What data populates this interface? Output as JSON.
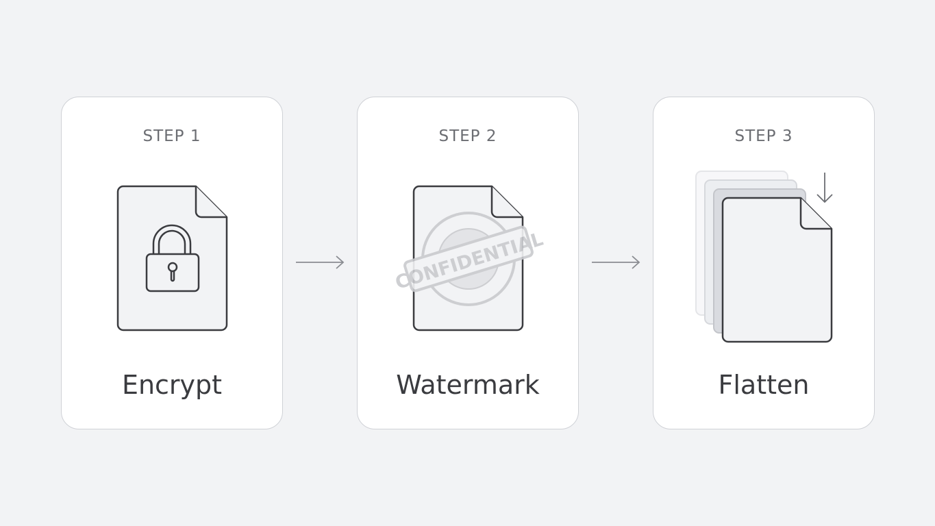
{
  "steps": [
    {
      "step": "STEP 1",
      "title": "Encrypt",
      "icon": "locked-document-icon"
    },
    {
      "step": "STEP 2",
      "title": "Watermark",
      "icon": "watermarked-document-icon",
      "stamp_text": "CONFIDENTIAL"
    },
    {
      "step": "STEP 3",
      "title": "Flatten",
      "icon": "flattened-pages-icon"
    }
  ],
  "colors": {
    "background": "#f2f3f5",
    "card": "#ffffff",
    "stroke": "#3a3b3f",
    "muted": "#c9cace"
  }
}
